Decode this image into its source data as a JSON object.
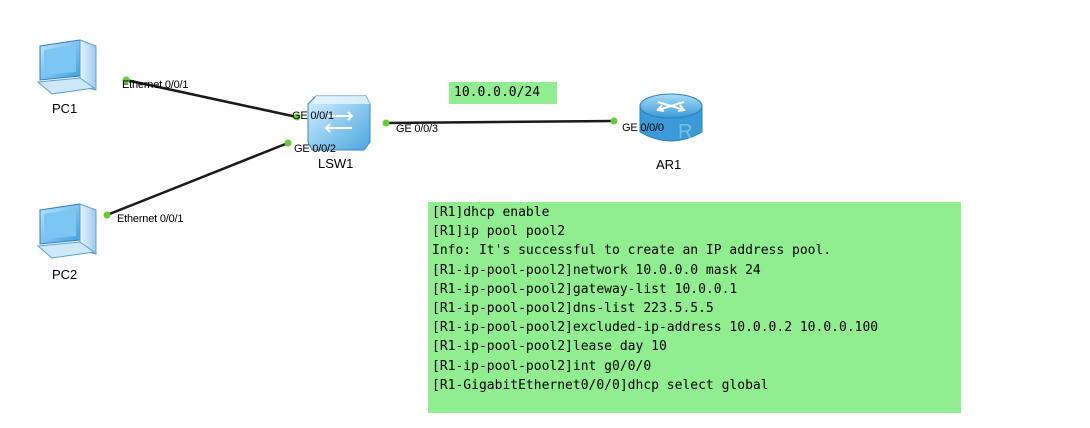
{
  "devices": {
    "pc1": {
      "label": "PC1"
    },
    "pc2": {
      "label": "PC2"
    },
    "lsw1": {
      "label": "LSW1"
    },
    "ar1": {
      "label": "AR1"
    }
  },
  "ports": {
    "pc1_eth": "Ethernet 0/0/1",
    "pc2_eth": "Ethernet 0/0/1",
    "lsw1_ge1": "GE 0/0/1",
    "lsw1_ge2": "GE 0/0/2",
    "lsw1_ge3": "GE 0/0/3",
    "ar1_ge0": "GE 0/0/0"
  },
  "subnet_note": "10.0.0.0/24",
  "cli_lines": [
    "[R1]dhcp enable",
    "[R1]ip pool pool2",
    "Info: It's successful to create an IP address pool.",
    "[R1-ip-pool-pool2]network 10.0.0.0 mask 24",
    "[R1-ip-pool-pool2]gateway-list 10.0.0.1",
    "[R1-ip-pool-pool2]dns-list 223.5.5.5",
    "[R1-ip-pool-pool2]excluded-ip-address 10.0.0.2 10.0.0.100",
    "[R1-ip-pool-pool2]lease day 10",
    "[R1-ip-pool-pool2]int g0/0/0",
    "[R1-GigabitEthernet0/0/0]dhcp select global"
  ],
  "colors": {
    "note_bg": "#90ee90",
    "port_dot": "#66cc33",
    "link": "#1a1a1a",
    "pc_blue": "#4aa8e8",
    "router_blue": "#6cc0ea"
  }
}
